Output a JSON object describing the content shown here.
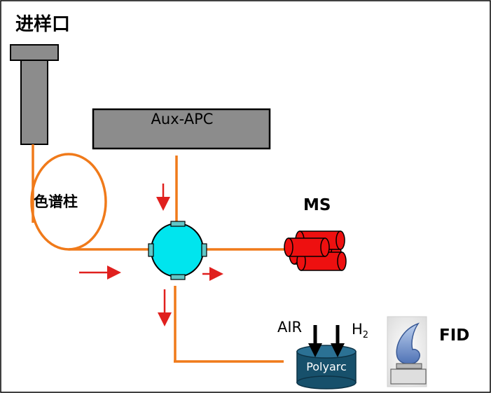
{
  "labels": {
    "injector": "进样口",
    "column": "色谱柱",
    "aux_apc": "Aux-APC",
    "ms": "MS",
    "air": "AIR",
    "h2_base": "H",
    "h2_sub": "2",
    "polyarc": "Polyarc",
    "fid": "FID"
  },
  "colors": {
    "tubing": "#f07a1a",
    "flow_arrow": "#e0201e",
    "splitter": "#00e5ee",
    "fitting": "#5fc6c6",
    "ms_detector": "#ee1010",
    "polyarc_body": "#17506b",
    "gray_block": "#8c8c8c",
    "flame": "#6f8fc9"
  },
  "icons": [
    "flame-icon",
    "ms-cylinders-icon",
    "polyarc-reactor-icon",
    "splitter-icon"
  ]
}
